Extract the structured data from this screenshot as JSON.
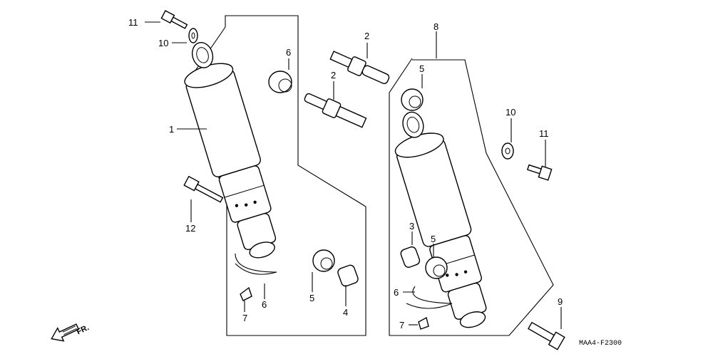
{
  "diagram": {
    "code": "MAA4-F2300",
    "direction_label": "FR.",
    "arrow_icon": "forward-arrow-icon",
    "callouts": [
      {
        "id": "c11a",
        "text": "11"
      },
      {
        "id": "c10a",
        "text": "10"
      },
      {
        "id": "c1",
        "text": "1"
      },
      {
        "id": "c6a",
        "text": "6"
      },
      {
        "id": "c2a",
        "text": "2"
      },
      {
        "id": "c2b",
        "text": "2"
      },
      {
        "id": "c8",
        "text": "8"
      },
      {
        "id": "c5a",
        "text": "5"
      },
      {
        "id": "c10b",
        "text": "10"
      },
      {
        "id": "c11b",
        "text": "11"
      },
      {
        "id": "c12",
        "text": "12"
      },
      {
        "id": "c3",
        "text": "3"
      },
      {
        "id": "c5b",
        "text": "5"
      },
      {
        "id": "c5c",
        "text": "5"
      },
      {
        "id": "c6b",
        "text": "6"
      },
      {
        "id": "c7a",
        "text": "7"
      },
      {
        "id": "c6c",
        "text": "6"
      },
      {
        "id": "c4",
        "text": "4"
      },
      {
        "id": "c7b",
        "text": "7"
      },
      {
        "id": "c9",
        "text": "9"
      }
    ]
  }
}
